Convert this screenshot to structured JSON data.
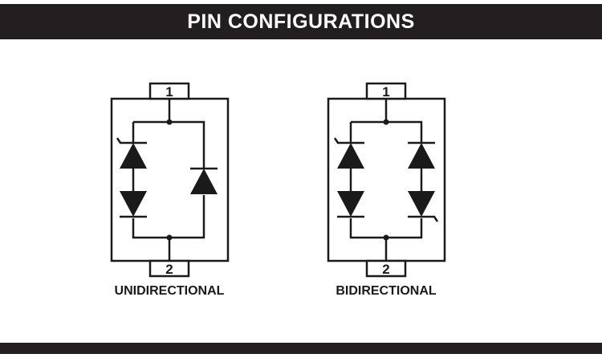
{
  "header": {
    "title": "PIN CONFIGURATIONS"
  },
  "configurations": [
    {
      "caption": "UNIDIRECTIONAL",
      "pin_top": "1",
      "pin_bottom": "2"
    },
    {
      "caption": "BIDIRECTIONAL",
      "pin_top": "1",
      "pin_bottom": "2"
    }
  ],
  "colors": {
    "bar": "#231f20",
    "ink": "#1a1a1a",
    "background": "#ffffff"
  }
}
